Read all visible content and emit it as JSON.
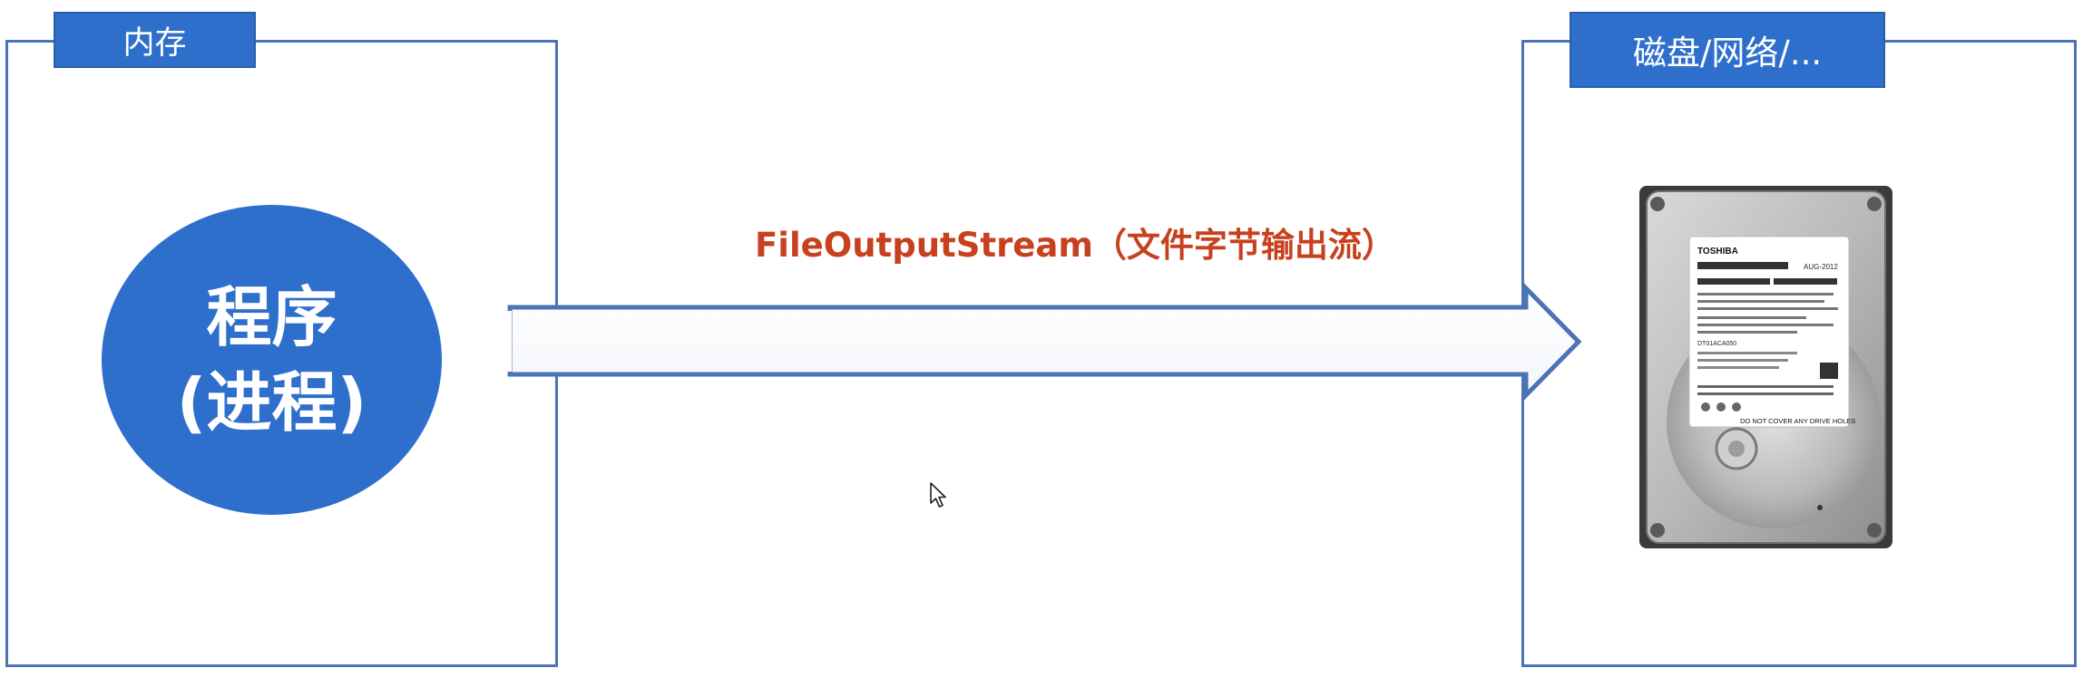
{
  "memory_panel": {
    "tab_label": "内存",
    "process_label_line1": "程序",
    "process_label_line2": "(进程)"
  },
  "storage_panel": {
    "tab_label": "磁盘/网络/...",
    "device_icon": "hard-drive-image",
    "drive_label": {
      "brand": "TOSHIBA",
      "date": "AUG-2012",
      "model": "DT01ACA050",
      "warning": "DO NOT COVER ANY DRIVE HOLES"
    }
  },
  "flow": {
    "label": "FileOutputStream（文件字节输出流）",
    "direction": "memory-to-storage"
  },
  "colors": {
    "accent_blue": "#2e6fcc",
    "frame_blue": "#4a74b4",
    "label_red": "#c8411e"
  }
}
